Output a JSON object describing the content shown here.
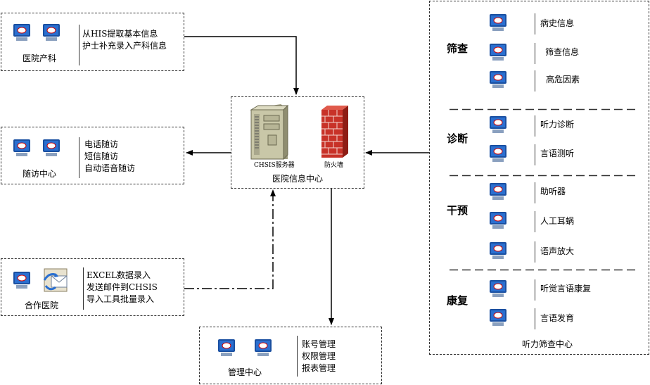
{
  "nodes": {
    "maternity": {
      "label": "医院产科",
      "lines": [
        "从HIS提取基本信息",
        "护士补充录入产科信息"
      ]
    },
    "followup": {
      "label": "随访中心",
      "lines": [
        "电话随访",
        "短信随访",
        "自动语音随访"
      ]
    },
    "partner": {
      "label": "合作医院",
      "lines": [
        "EXCEL数据录入",
        "发送邮件到CHSIS",
        "导入工具批量录入"
      ]
    },
    "center": {
      "label": "医院信息中心",
      "server_label": "CHSIS服务器",
      "firewall_label": "防火墙"
    },
    "management": {
      "label": "管理中心",
      "lines": [
        "账号管理",
        "权限管理",
        "报表管理"
      ]
    }
  },
  "hearing": {
    "label": "听力筛查中心",
    "sections": [
      {
        "title": "筛查",
        "items": [
          "病史信息",
          "筛查信息",
          "高危因素"
        ]
      },
      {
        "title": "诊断",
        "items": [
          "听力诊断",
          "言语测听"
        ]
      },
      {
        "title": "干预",
        "items": [
          "助听器",
          "人工耳蜗",
          "语声放大"
        ]
      },
      {
        "title": "康复",
        "items": [
          "听觉言语康复",
          "言语发育"
        ]
      }
    ]
  },
  "colors": {
    "monitor_frame": "#1a4fa0",
    "screen": "#2a6fd0",
    "firewall": "#c83228",
    "server": "#c9c7a8"
  }
}
